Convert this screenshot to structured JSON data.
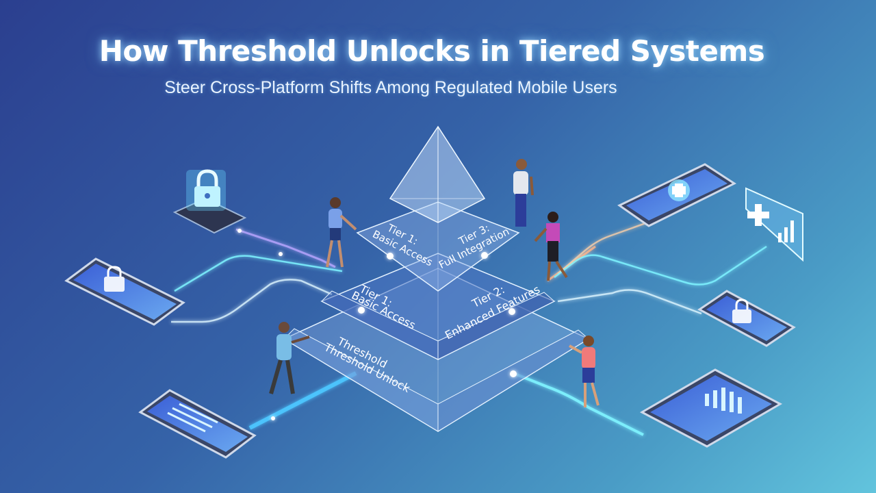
{
  "header": {
    "title": "How Threshold Unlocks in Tiered Systems",
    "subtitle": "Steer Cross-Platform Shifts Among Regulated Mobile Users"
  },
  "pyramid": {
    "top_left_label": [
      "Tier 1:",
      "Basic Access"
    ],
    "top_right_label": [
      "Tier 3:",
      "Full Integration"
    ],
    "middle_left_label": [
      "Tier 1:",
      "Basic Access"
    ],
    "middle_right_label": [
      "Tier 2:",
      "Enhanced Features"
    ],
    "base_label": [
      "Threshold",
      "Threshold Unlock"
    ]
  },
  "devices": {
    "top_left": "lock-icon",
    "middle_left": "lock-icon",
    "bottom_left": "chart-icon",
    "top_right": "plus-icon",
    "middle_right": "lock-icon",
    "bottom_right": "bar-chart-icon",
    "far_right_card": "plus-bar-chart-icon"
  },
  "colors": {
    "background_start": "#2b3f8f",
    "background_end": "#62c4dd",
    "glow": "#7ff3ff",
    "pyramid_glass": "#aecbf0"
  }
}
